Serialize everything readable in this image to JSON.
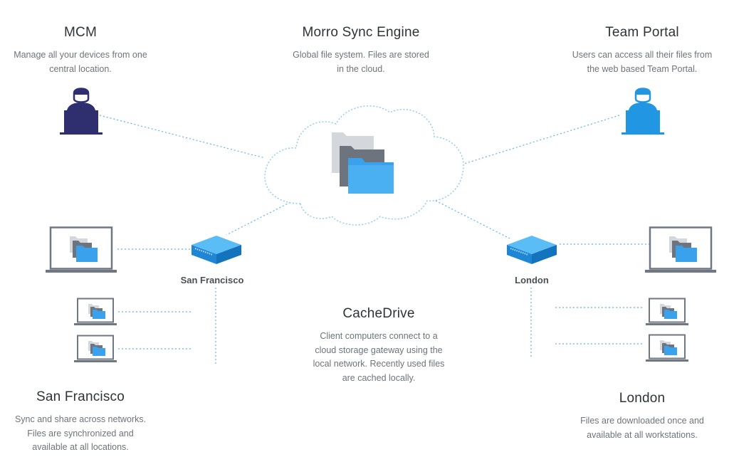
{
  "mcm": {
    "title": "MCM",
    "desc_line1": "Manage all your devices from one",
    "desc_line2": "central location."
  },
  "sync_engine": {
    "title": "Morro Sync Engine",
    "desc_line1": "Global file system. Files are stored",
    "desc_line2": "in the cloud."
  },
  "team_portal": {
    "title": "Team Portal",
    "desc_line1": "Users can access all their files from",
    "desc_line2": "the web based Team Portal."
  },
  "cachedrive": {
    "title": "CacheDrive",
    "desc_line1": "Client computers connect to a",
    "desc_line2": "cloud storage gateway using the",
    "desc_line3": "local network. Recently used files",
    "desc_line4": "are cached locally."
  },
  "san_francisco": {
    "gateway_label": "San Francisco",
    "title": "San Francisco",
    "desc_line1": "Sync and share across networks.",
    "desc_line2": "Files are synchronized and",
    "desc_line3": "available at all locations."
  },
  "london": {
    "gateway_label": "London",
    "title": "London",
    "desc_line1": "Files are downloaded once and",
    "desc_line2": "available at all workstations."
  },
  "colors": {
    "admin_user": "#2f2e6f",
    "portal_user": "#2196e3",
    "link_dots": "#5fb4e6",
    "cloud_outline": "#8ccaf0",
    "folder_blue": "#3aa2ec",
    "folder_dark": "#6d747e",
    "folder_light": "#d4d8dd",
    "laptop_frame": "#6f7782"
  }
}
